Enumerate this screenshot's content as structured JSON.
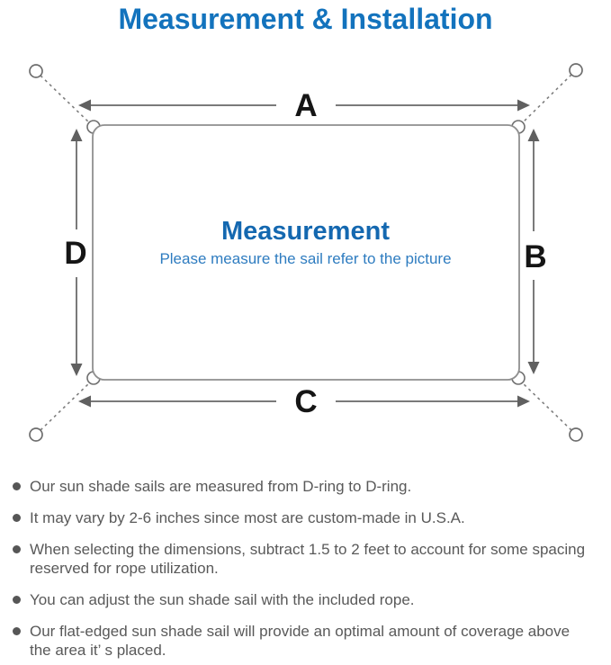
{
  "page_title": "Measurement & Installation",
  "diagram": {
    "dimension_labels": {
      "top": "A",
      "right": "B",
      "bottom": "C",
      "left": "D"
    },
    "center": {
      "title": "Measurement",
      "subtitle": "Please measure the sail refer to the picture"
    }
  },
  "notes": [
    "Our sun shade sails are measured from D-ring to D-ring.",
    "It may vary by 2-6 inches since most are custom-made in U.S.A.",
    "When selecting the dimensions, subtract 1.5 to 2 feet to account for some spacing\nreserved for rope utilization.",
    "You can adjust the sun shade sail with the included rope.",
    "Our flat-edged sun shade sail will provide an optimal amount of coverage above\nthe area it’ s placed."
  ],
  "colors": {
    "title_blue": "#1373bd",
    "center_title_blue": "#1468b0",
    "subtitle_blue": "#2e7cc0",
    "line_gray": "#7a7a7a",
    "note_text_gray": "#595959"
  }
}
